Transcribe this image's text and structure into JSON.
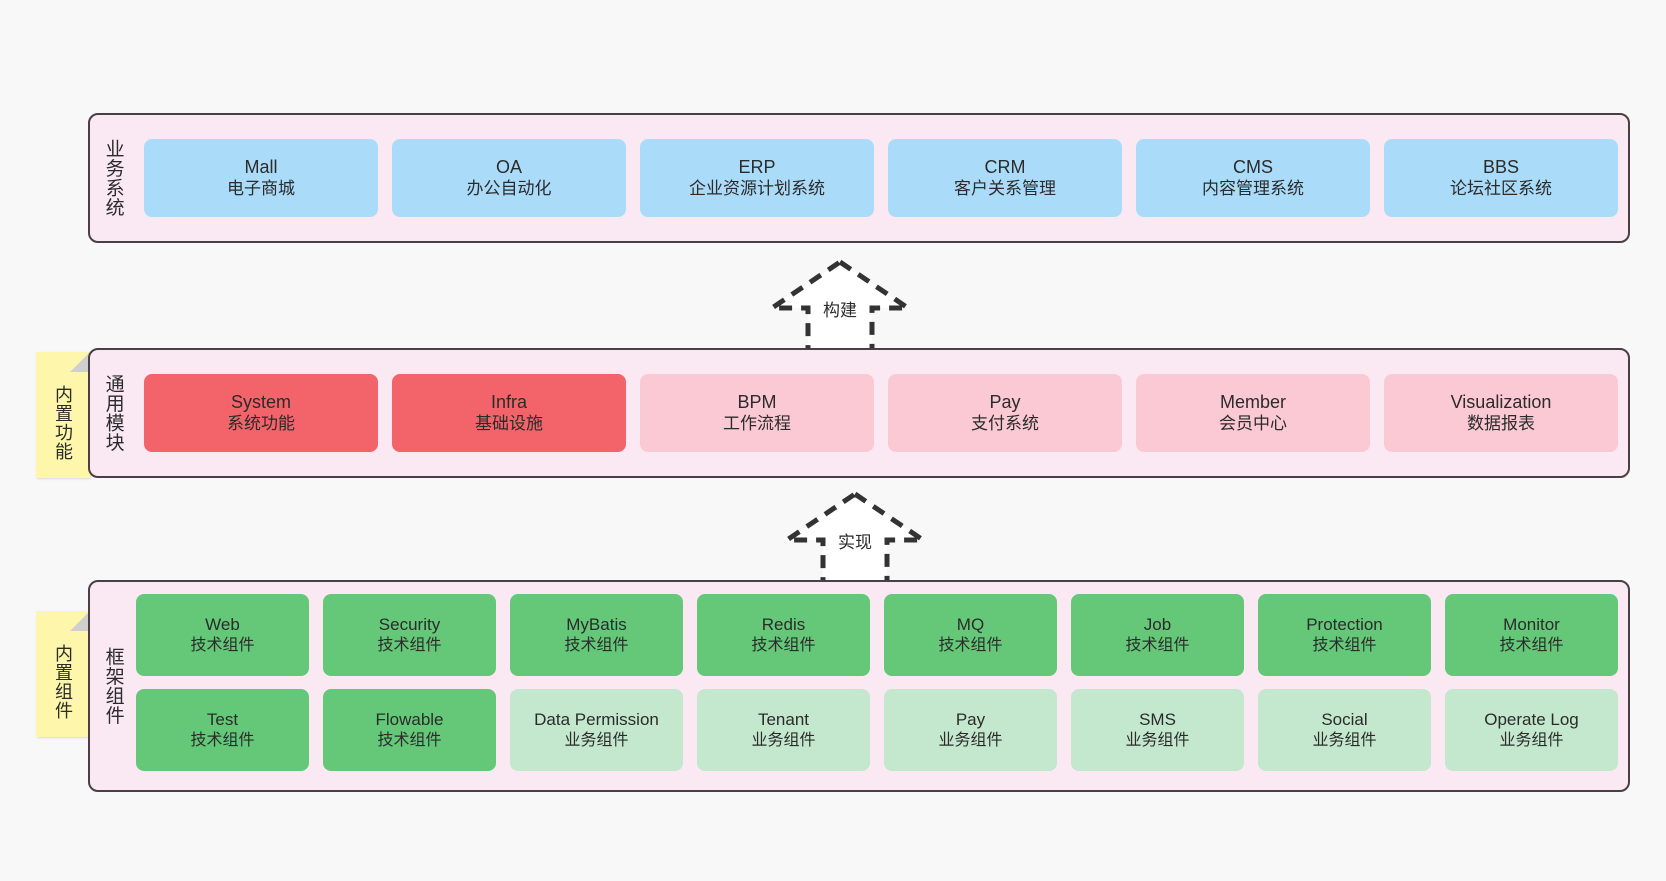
{
  "diagram": {
    "title_text_direction": "vertical",
    "colors": {
      "panel_bg": "#fae9f2",
      "panel_border": "#4a3f44",
      "business_card": "#aadcfa",
      "module_core": "#f2646a",
      "module_optional": "#fbc9d3",
      "component_tech": "#64c878",
      "component_business": "#c3e8cd",
      "sticky_note": "#fdf6ab",
      "page_bg": "#f8f8f8"
    }
  },
  "layers": {
    "business": {
      "title": "业务系统",
      "cards": [
        {
          "en": "Mall",
          "cn": "电子商城"
        },
        {
          "en": "OA",
          "cn": "办公自动化"
        },
        {
          "en": "ERP",
          "cn": "企业资源计划系统"
        },
        {
          "en": "CRM",
          "cn": "客户关系管理"
        },
        {
          "en": "CMS",
          "cn": "内容管理系统"
        },
        {
          "en": "BBS",
          "cn": "论坛社区系统"
        }
      ]
    },
    "common": {
      "title": "通用模块",
      "sticky": "内置功能",
      "cards": [
        {
          "en": "System",
          "cn": "系统功能",
          "variant": "red-strong"
        },
        {
          "en": "Infra",
          "cn": "基础设施",
          "variant": "red-strong"
        },
        {
          "en": "BPM",
          "cn": "工作流程",
          "variant": "red-light"
        },
        {
          "en": "Pay",
          "cn": "支付系统",
          "variant": "red-light"
        },
        {
          "en": "Member",
          "cn": "会员中心",
          "variant": "red-light"
        },
        {
          "en": "Visualization",
          "cn": "数据报表",
          "variant": "red-light"
        }
      ]
    },
    "framework": {
      "title": "框架组件",
      "sticky": "内置组件",
      "cards": [
        {
          "en": "Web",
          "cn": "技术组件",
          "variant": "green-strong"
        },
        {
          "en": "Security",
          "cn": "技术组件",
          "variant": "green-strong"
        },
        {
          "en": "MyBatis",
          "cn": "技术组件",
          "variant": "green-strong"
        },
        {
          "en": "Redis",
          "cn": "技术组件",
          "variant": "green-strong"
        },
        {
          "en": "MQ",
          "cn": "技术组件",
          "variant": "green-strong"
        },
        {
          "en": "Job",
          "cn": "技术组件",
          "variant": "green-strong"
        },
        {
          "en": "Protection",
          "cn": "技术组件",
          "variant": "green-strong"
        },
        {
          "en": "Monitor",
          "cn": "技术组件",
          "variant": "green-strong"
        },
        {
          "en": "Test",
          "cn": "技术组件",
          "variant": "green-strong"
        },
        {
          "en": "Flowable",
          "cn": "技术组件",
          "variant": "green-strong"
        },
        {
          "en": "Data Permission",
          "cn": "业务组件",
          "variant": "green-light"
        },
        {
          "en": "Tenant",
          "cn": "业务组件",
          "variant": "green-light"
        },
        {
          "en": "Pay",
          "cn": "业务组件",
          "variant": "green-light"
        },
        {
          "en": "SMS",
          "cn": "业务组件",
          "variant": "green-light"
        },
        {
          "en": "Social",
          "cn": "业务组件",
          "variant": "green-light"
        },
        {
          "en": "Operate Log",
          "cn": "业务组件",
          "variant": "green-light"
        }
      ]
    }
  },
  "connectors": [
    {
      "id": "build",
      "label": "构建",
      "style": "dashed-hollow-arrow-up"
    },
    {
      "id": "implement",
      "label": "实现",
      "style": "dashed-hollow-arrow-up"
    }
  ]
}
